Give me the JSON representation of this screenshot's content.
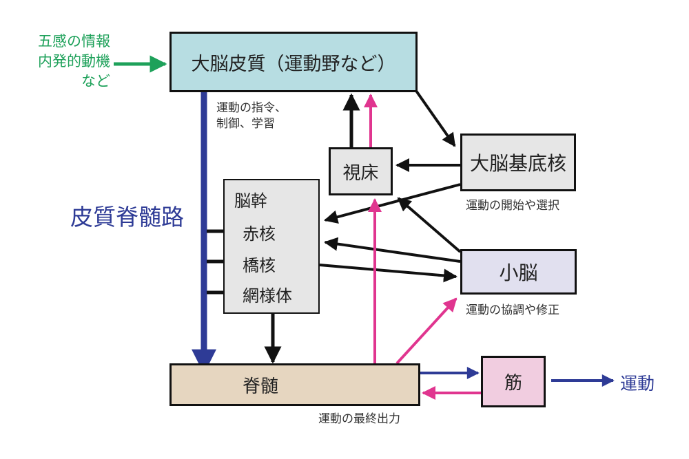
{
  "colors": {
    "input_arrow": "#1ea15a",
    "pyramidal": "#2e3b96",
    "feedback": "#e0358f",
    "black": "#111111",
    "cortex_fill": "#b7dde2",
    "gray_fill": "#e6e6e6",
    "cerebellum_fill": "#e1e0ef",
    "spinal_fill": "#e6d6c0",
    "muscle_fill": "#f1cde0"
  },
  "input_label": [
    "五感の情報",
    "内発的動機",
    "など"
  ],
  "nodes": {
    "cortex": {
      "label": "大脳皮質（運動野など）",
      "note": [
        "運動の指令、",
        "制御、学習"
      ]
    },
    "thalamus": {
      "label": "視床"
    },
    "basal_ganglia": {
      "label": "大脳基底核",
      "note": "運動の開始や選択"
    },
    "brainstem": {
      "label": "脳幹",
      "sub_nuclei": [
        "赤核",
        "橋核",
        "網様体"
      ]
    },
    "cerebellum": {
      "label": "小脳",
      "note": "運動の協調や修正"
    },
    "spinal_cord": {
      "label": "脊髄",
      "note": "運動の最終出力"
    },
    "muscle": {
      "label": "筋"
    }
  },
  "pathway_label": "皮質脊髄路",
  "output_label": "運動",
  "connections": [
    {
      "from": "input",
      "to": "cortex",
      "color": "green"
    },
    {
      "from": "cortex",
      "to": "spinal_cord",
      "color": "blue",
      "name": "皮質脊髄路"
    },
    {
      "from": "cortex",
      "to": "brainstem",
      "targets": [
        "赤核",
        "橋核",
        "網様体"
      ],
      "color": "black"
    },
    {
      "from": "cortex",
      "to": "basal_ganglia",
      "color": "black"
    },
    {
      "from": "thalamus",
      "to": "cortex",
      "color": "black"
    },
    {
      "from": "thalamus",
      "to": "cortex",
      "color": "pink"
    },
    {
      "from": "basal_ganglia",
      "to": "thalamus",
      "color": "black"
    },
    {
      "from": "basal_ganglia",
      "to": "brainstem",
      "color": "black"
    },
    {
      "from": "cerebellum",
      "to": "thalamus",
      "color": "black"
    },
    {
      "from": "cerebellum",
      "to": "brainstem",
      "color": "black"
    },
    {
      "from": "brainstem",
      "to": "cerebellum",
      "color": "black"
    },
    {
      "from": "brainstem",
      "to": "spinal_cord",
      "color": "black"
    },
    {
      "from": "spinal_cord",
      "to": "thalamus",
      "color": "pink"
    },
    {
      "from": "spinal_cord",
      "to": "cerebellum",
      "color": "pink"
    },
    {
      "from": "spinal_cord",
      "to": "muscle",
      "color": "blue"
    },
    {
      "from": "muscle",
      "to": "spinal_cord",
      "color": "pink"
    },
    {
      "from": "muscle",
      "to": "output",
      "color": "blue"
    }
  ]
}
